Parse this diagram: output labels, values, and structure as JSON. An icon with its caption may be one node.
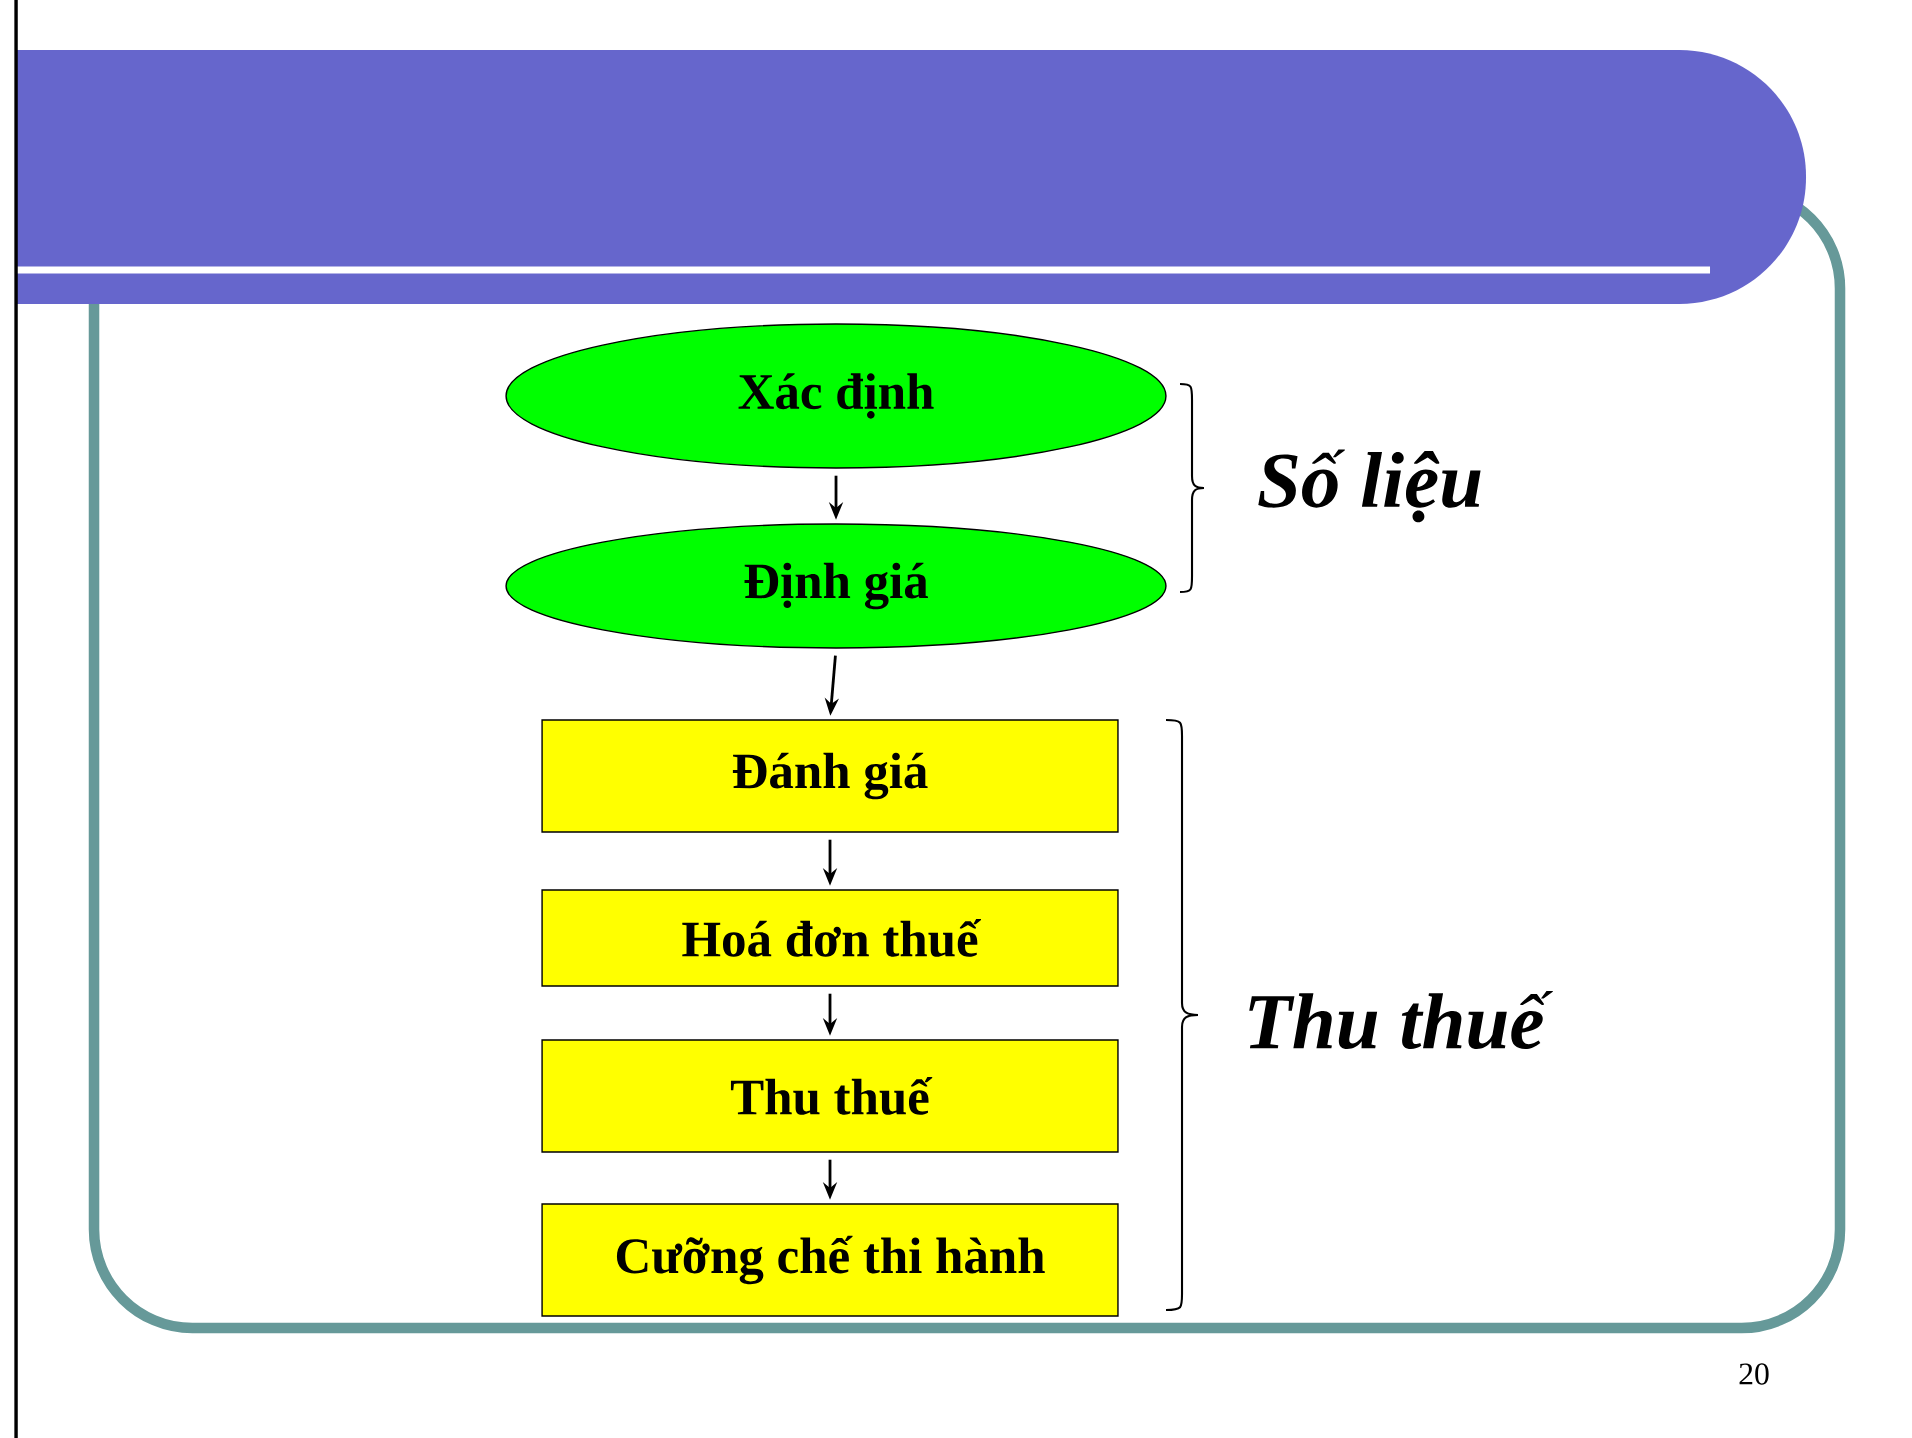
{
  "diagram": {
    "nodes": [
      {
        "text": [
          "Xác định"
        ]
      },
      {
        "text": [
          "Định giá"
        ]
      },
      {
        "text": [
          "Đánh giá"
        ]
      },
      {
        "text": [
          "Hoá đơn thuế"
        ]
      },
      {
        "text": [
          "Thu thuế"
        ]
      },
      {
        "text": [
          "Cưỡng chế thi hành"
        ]
      }
    ],
    "edges": [
      {
        "from": 0,
        "to": 1,
        "arrow": "to"
      },
      {
        "from": 1,
        "to": 2,
        "arrow": "to"
      },
      {
        "from": 2,
        "to": 3,
        "arrow": "to"
      },
      {
        "from": 3,
        "to": 4,
        "arrow": "to"
      },
      {
        "from": 4,
        "to": 5,
        "arrow": "to"
      }
    ],
    "labels": [
      "Số liệu",
      "Thu thuế",
      "20"
    ]
  }
}
